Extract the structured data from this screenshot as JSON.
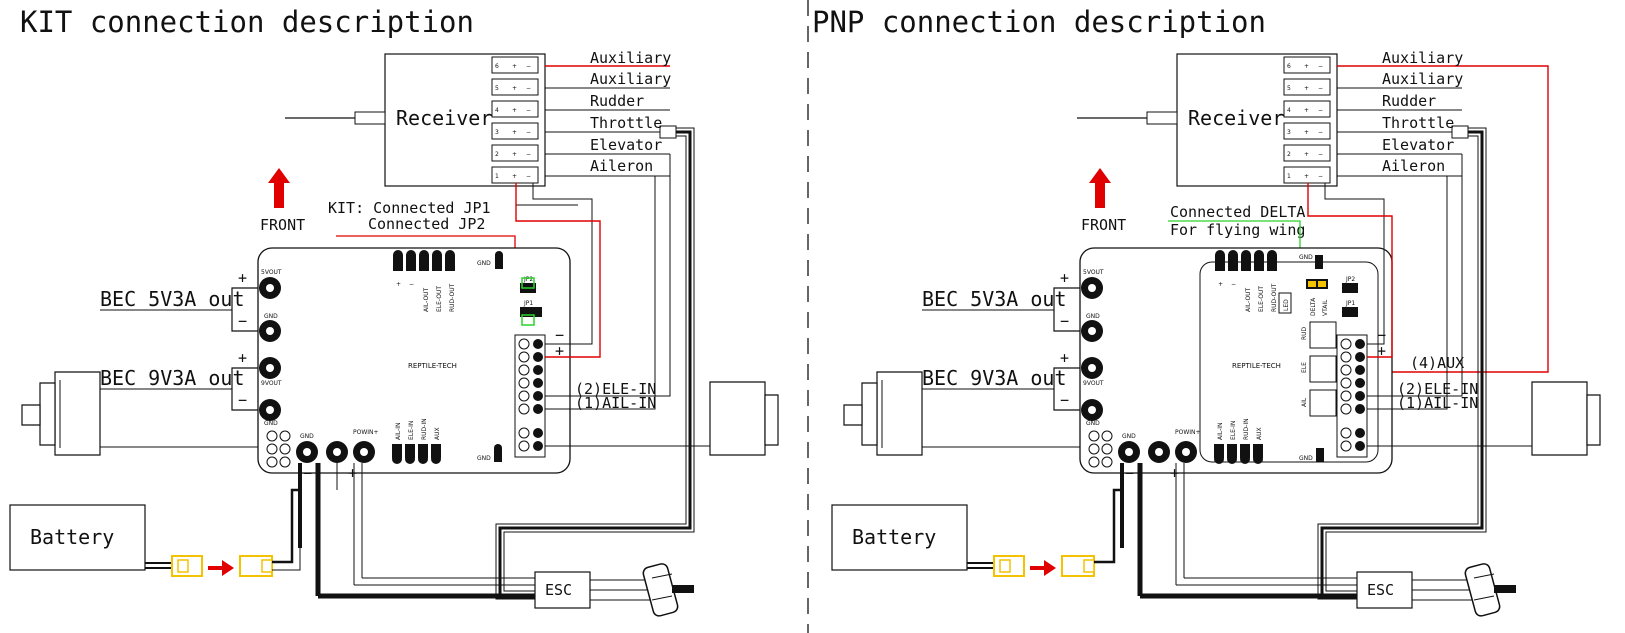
{
  "kit": {
    "title": "KIT connection description",
    "receiver": "Receiver",
    "channels": [
      "Auxiliary",
      "Auxiliary",
      "Rudder",
      "Throttle",
      "Elevator",
      "Aileron"
    ],
    "channel_numbers": [
      "6",
      "5",
      "4",
      "3",
      "2",
      "1"
    ],
    "front": "FRONT",
    "note_line1": "KIT: Connected JP1",
    "note_line2": "Connected JP2",
    "bec5": "BEC 5V3A out",
    "bec9": "BEC 9V3A out",
    "battery": "Battery",
    "esc": "ESC",
    "ele_in": "(2)ELE-IN",
    "ail_in": "(1)AIL-IN",
    "brand": "REPTILE-TECH"
  },
  "pnp": {
    "title": "PNP connection description",
    "receiver": "Receiver",
    "channels": [
      "Auxiliary",
      "Auxiliary",
      "Rudder",
      "Throttle",
      "Elevator",
      "Aileron"
    ],
    "channel_numbers": [
      "6",
      "5",
      "4",
      "3",
      "2",
      "1"
    ],
    "front": "FRONT",
    "note_line1": "Connected DELTA",
    "note_line2": "For flying wing",
    "bec5": "BEC 5V3A out",
    "bec9": "BEC 9V3A out",
    "battery": "Battery",
    "esc": "ESC",
    "aux": "(4)AUX",
    "ele_in": "(2)ELE-IN",
    "ail_in": "(1)AIL-IN",
    "brand": "REPTILE-TECH"
  },
  "board_text": {
    "v5": "5VOUT",
    "gnd": "GND",
    "v9": "9VOUT",
    "powin": "POWIN+",
    "jp1": "JP1",
    "jp2": "JP2",
    "outs": [
      "AIL-OUT",
      "ELE-OUT",
      "RUD-OUT"
    ],
    "ins": [
      "AIL-IN",
      "ELE-IN",
      "RUD-IN",
      "AUX"
    ],
    "delta": "DELTA",
    "vtail": "VTAIL",
    "led": "LED",
    "gyro": [
      "RUD",
      "ELE",
      "AIL"
    ],
    "plus": "+",
    "minus": "−"
  },
  "colors": {
    "signal_red": "#e00000",
    "jumper_green": "#2bd32b",
    "connector_yellow": "#f3c200",
    "arrow_red": "#e00000"
  }
}
